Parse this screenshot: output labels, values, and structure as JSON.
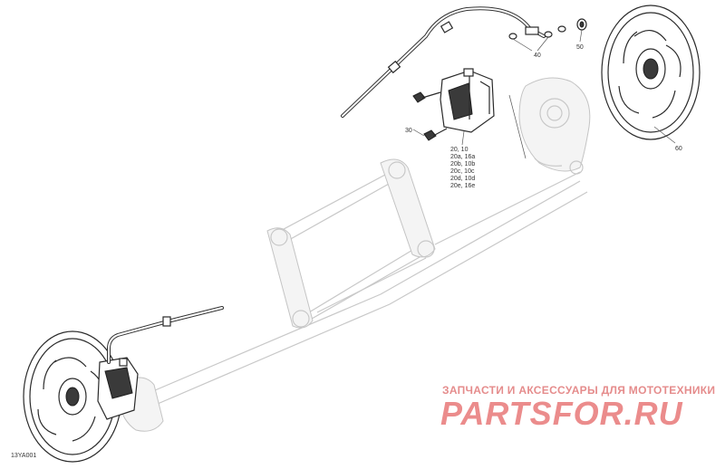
{
  "diagram": {
    "figure_id": "13YA001",
    "callouts": {
      "c30": "30",
      "c40": "40",
      "c50": "50",
      "c60": "60"
    },
    "caliper_codes": [
      "20, 10",
      "20a, 16a",
      "20b, 10b",
      "20c, 10c",
      "20d, 10d",
      "20e, 16e"
    ]
  },
  "watermark": {
    "subtitle": "ЗАПЧАСТИ И АКСЕССУАРЫ ДЛЯ МОТОТЕХНИКИ",
    "brand": "PARTSFOR.RU",
    "color": "#e87878"
  }
}
